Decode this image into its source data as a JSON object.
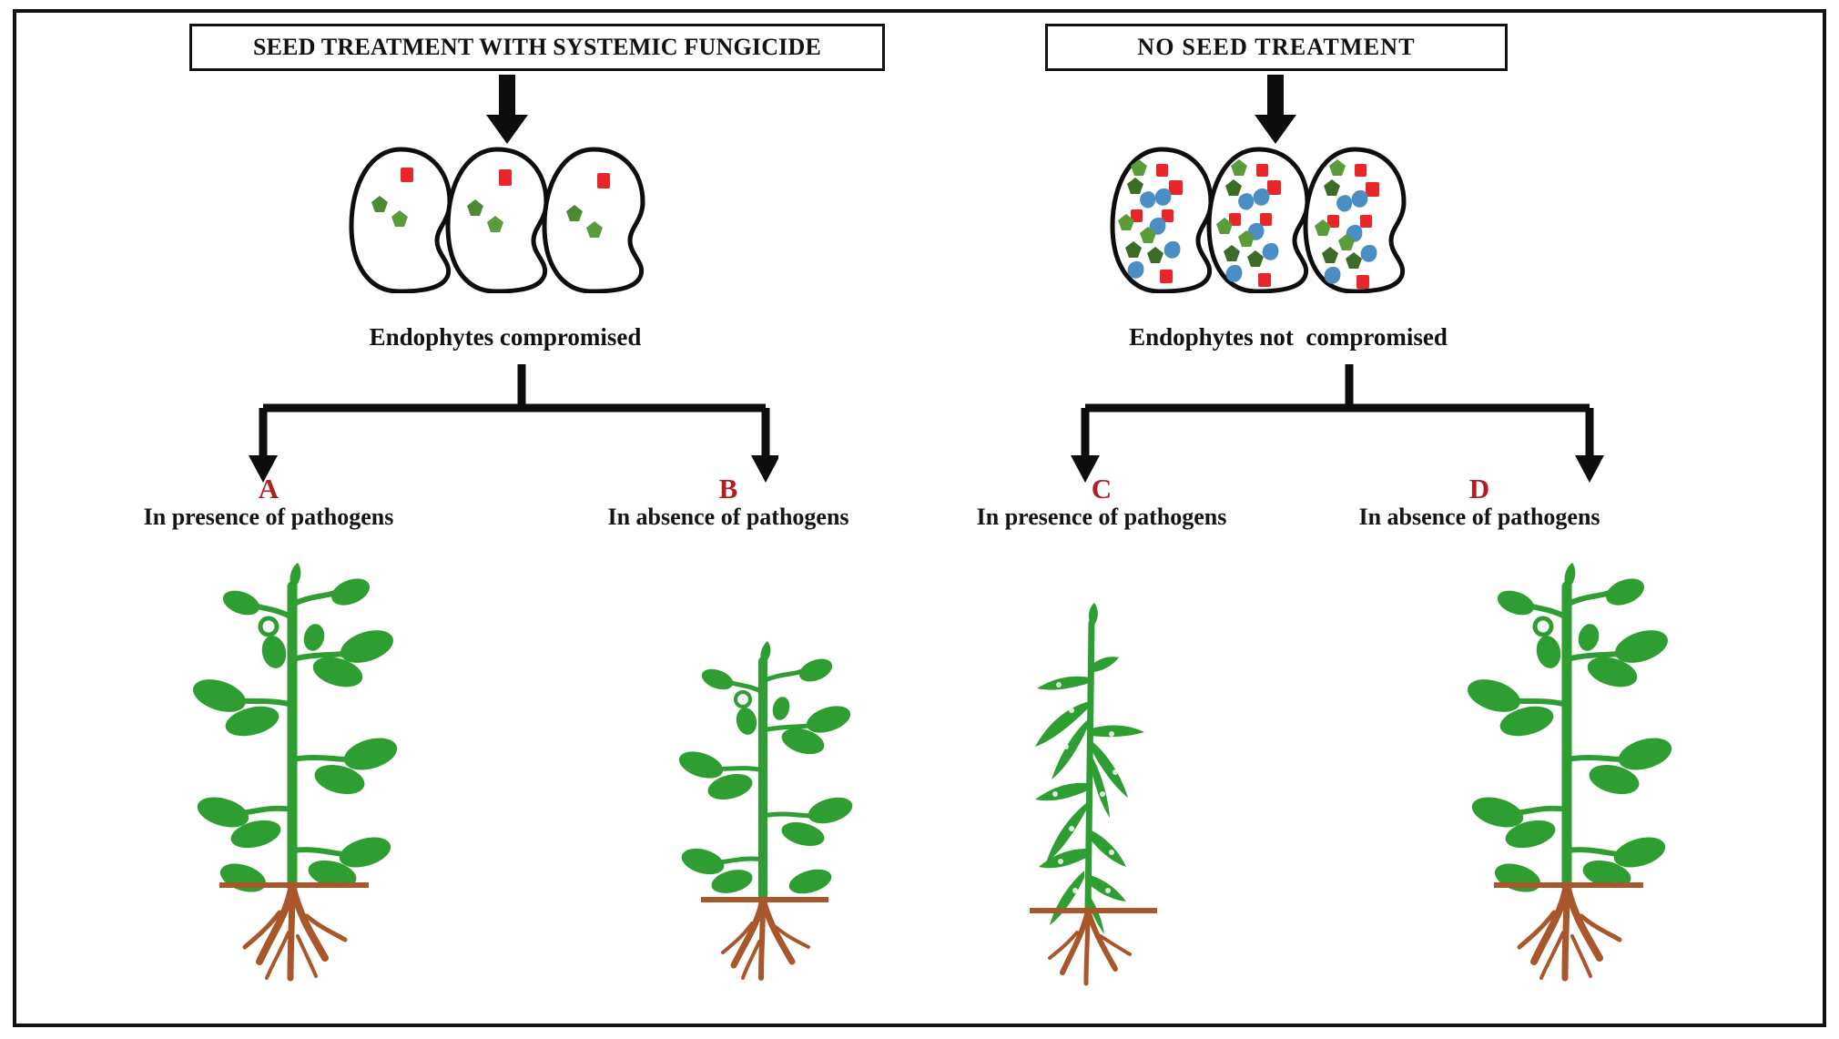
{
  "diagram": {
    "title_left": "SEED TREATMENT WITH SYSTEMIC FUNGICIDE",
    "title_right": "NO SEED TREATMENT",
    "caption_left": "Endophytes compromised",
    "caption_right": "Endophytes not  compromised",
    "colors": {
      "frame": "#111111",
      "label_red": "#b01f24",
      "pathogen_red": "#e8262a",
      "endophyte_green": "#5a9c3a",
      "endophyte_dark_green": "#3d6b28",
      "microbe_blue": "#4a8ec4",
      "plant_green": "#2f9e32",
      "root_brown": "#a8562a"
    },
    "panels": [
      {
        "letter": "A",
        "desc": "In presence of pathogens",
        "plant": "healthy-large"
      },
      {
        "letter": "B",
        "desc": "In absence of pathogens",
        "plant": "healthy-medium"
      },
      {
        "letter": "C",
        "desc": "In presence of pathogens",
        "plant": "thin-narrow-leaf"
      },
      {
        "letter": "D",
        "desc": "In absence of pathogens",
        "plant": "healthy-large"
      }
    ],
    "seeds": {
      "left": {
        "count": 3,
        "contents": {
          "red_squares": 1,
          "green_pentagons": 2,
          "blue_blobs": 0
        }
      },
      "right": {
        "count": 3,
        "contents": {
          "red_squares": 5,
          "green_pentagons": 7,
          "blue_blobs": 5
        }
      }
    },
    "icons": {
      "block_arrow": "down-block-arrow",
      "bracket_arrow": "down-arrow",
      "seed": "seed-outline",
      "pathogen": "red-square",
      "endophyte": "green-pentagon",
      "microbe": "blue-blob",
      "plant": "plant-illustration",
      "roots": "root-system",
      "soil_line": "soil-line"
    }
  }
}
